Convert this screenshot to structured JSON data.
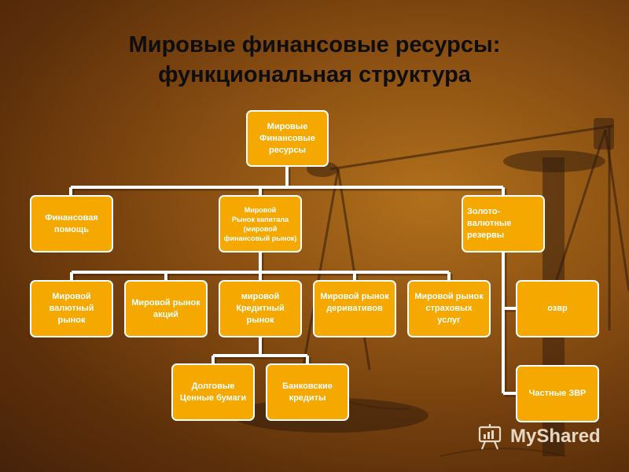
{
  "title": {
    "line1": "Мировые финансовые ресурсы:",
    "line2": "функциональная структура"
  },
  "nodes": {
    "root": "Мировые\nФинансовые\nресурсы",
    "financial_aid": "Финансовая\nпомощь",
    "capital_market": "Мировой\nРынок капитала\n(мировой\nфинансовый рынок)",
    "gold_reserves": "Золото-\nвалютные резервы",
    "currency_market": "Мировой\nвалютный\nрынок",
    "stock_market": "Мировой рынок\nакций",
    "credit_market": "мировой\nКредитный\nрынок",
    "derivatives_market": "Мировой рынок\nдеривативов",
    "insurance_market": "Мировой рынок\nстраховых\nуслуг",
    "ozvr": "озвр",
    "private_zvr": "Частные ЗВР",
    "debt_securities": "Долговые\nЦенные бумаги",
    "bank_loans": "Банковские\nкредиты"
  },
  "watermark": {
    "brand": "MyShared",
    "icon": "presentation-board-icon"
  },
  "colors": {
    "box_fill": "#f5a800",
    "box_border": "#ffffff",
    "connector": "#ffffff",
    "title_text": "#0e0e0e"
  }
}
